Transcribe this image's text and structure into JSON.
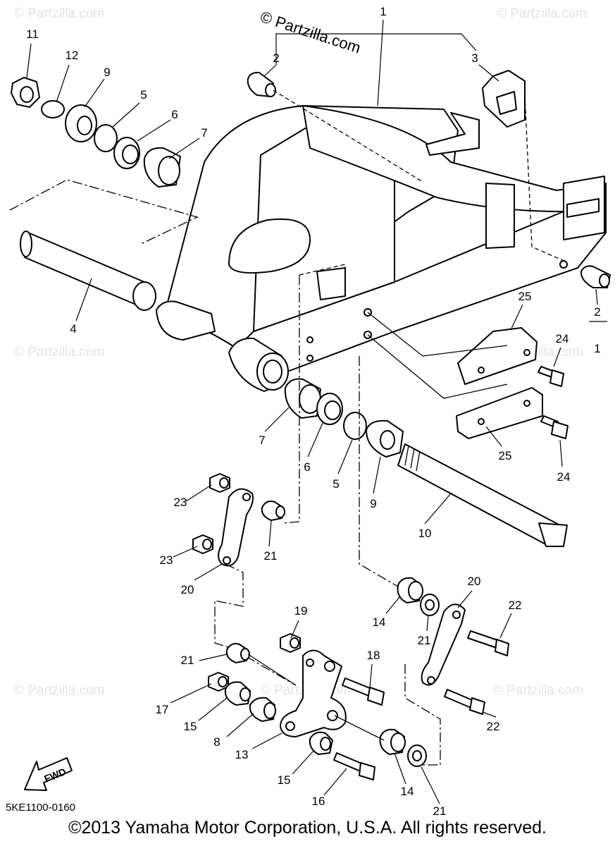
{
  "watermark_top": "© Partzilla.com",
  "watermark_faint": "© Partzilla.com",
  "fwd_label": "FWD",
  "diagram_code": "5KE1100-0160",
  "copyright": "©2013 Yamaha Motor Corporation, U.S.A. All rights reserved.",
  "callouts": {
    "c1_top": "1",
    "c1_right": "1",
    "c2_top": "2",
    "c2_right": "2",
    "c3": "3",
    "c4": "4",
    "c5_top": "5",
    "c5_mid": "5",
    "c6_top": "6",
    "c6_mid": "6",
    "c7_top": "7",
    "c7_mid": "7",
    "c8": "8",
    "c9_top": "9",
    "c9_mid": "9",
    "c10": "10",
    "c11": "11",
    "c12": "12",
    "c13": "13",
    "c14_a": "14",
    "c14_b": "14",
    "c15_a": "15",
    "c15_b": "15",
    "c16": "16",
    "c17": "17",
    "c18": "18",
    "c19": "19",
    "c20_a": "20",
    "c20_b": "20",
    "c21_a": "21",
    "c21_b": "21",
    "c21_c": "21",
    "c21_d": "21",
    "c22_a": "22",
    "c22_b": "22",
    "c23_a": "23",
    "c23_b": "23",
    "c24_a": "24",
    "c24_b": "24",
    "c25_a": "25",
    "c25_b": "25"
  }
}
